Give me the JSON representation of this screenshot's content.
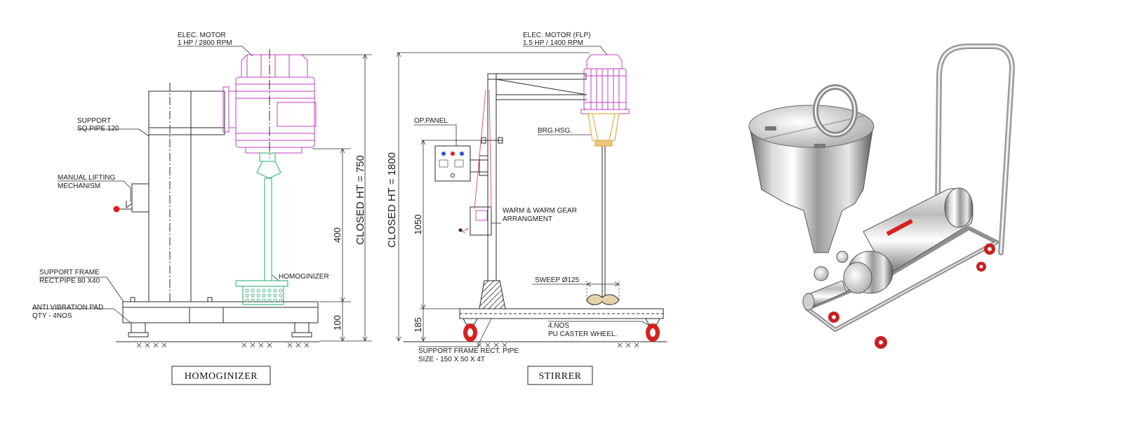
{
  "colors": {
    "line": "#2a2a2a",
    "motor": "#c33cc6",
    "shaft": "#1fae6a",
    "bearing": "#e1a12a",
    "wheel": "#d92020",
    "handle": "#d92020",
    "rope": "#e0407a"
  },
  "homogenizer": {
    "caption": "HOMOGINIZER",
    "motor_label": "ELEC. MOTOR",
    "motor_spec": "1 HP / 2800 RPM",
    "support_label": "SUPPORT",
    "support_spec": "SQ.PIPE 120",
    "lifting_label_1": "MANUAL LIFTING",
    "lifting_label_2": "MECHANISM",
    "frame_label_1": "SUPPORT FRAME",
    "frame_label_2": "RECT.PIPE 80 X40",
    "pad_label_1": "ANTI VIBRATION PAD",
    "pad_label_2": "QTY - 4NOS",
    "head_label": "HOMOGINIZER",
    "dim_400": "400",
    "dim_100": "100",
    "dim_closed": "CLOSED HT = 750"
  },
  "stirrer": {
    "caption": "STIRRER",
    "motor_label": "ELEC. MOTOR (FLP)",
    "motor_spec": "1.5 HP / 1400 RPM",
    "panel_label": "OP.PANEL",
    "bearing_label": "BRG.HSG.",
    "gear_label_1": "WARM & WARM GEAR",
    "gear_label_2": "ARRANGMENT",
    "sweep_label": "SWEEP Ø125",
    "wheel_label_1": "4.NOS",
    "wheel_label_2": "PU CASTER WHEEL.",
    "frame_label_1": "SUPPORT FRAME RECT. PIPE",
    "frame_label_2": "SIZE - 150 X 50 X 4T",
    "dim_closed": "CLOSED HT = 1800",
    "dim_1050": "1050",
    "dim_185": "185"
  }
}
